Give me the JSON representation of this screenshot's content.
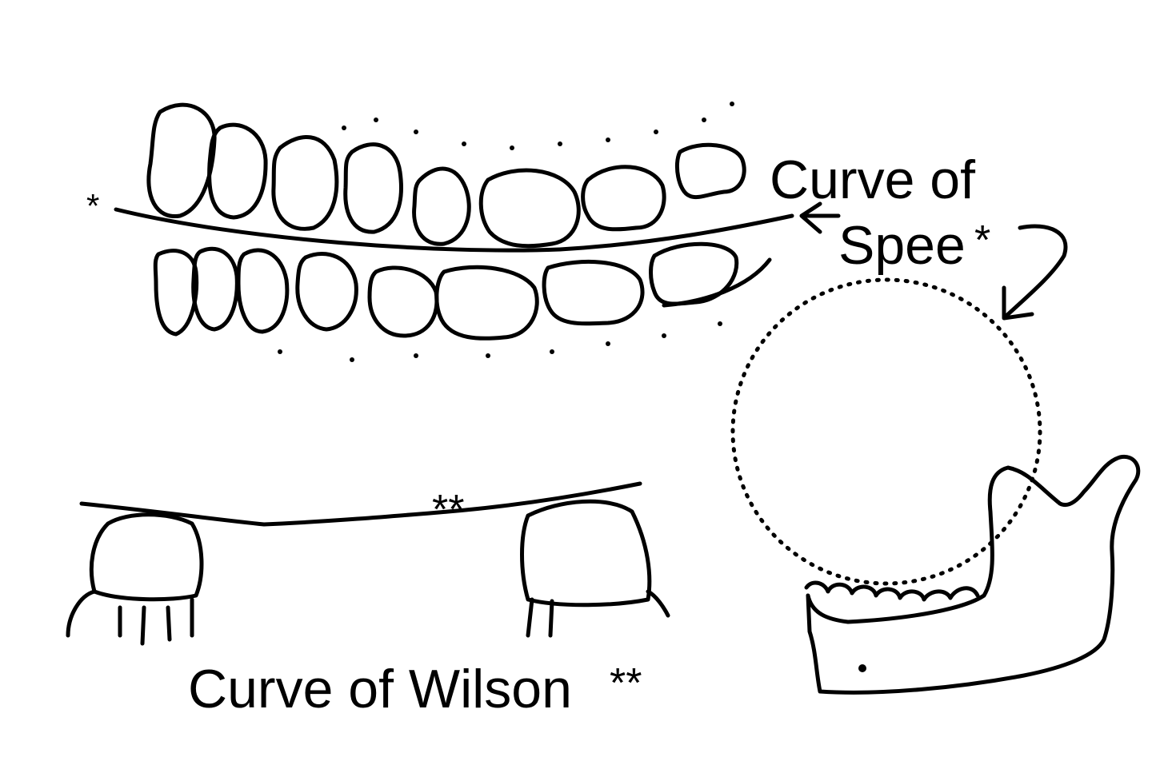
{
  "labels": {
    "spee_line1": "Curve of",
    "spee_line2": "Spee",
    "spee_marker": "*",
    "wilson_label": "Curve of Wilson",
    "wilson_marker": "**",
    "line_marker_spee": "*",
    "line_marker_wilson": "**"
  },
  "colors": {
    "ink": "#000000",
    "background": "#ffffff"
  }
}
